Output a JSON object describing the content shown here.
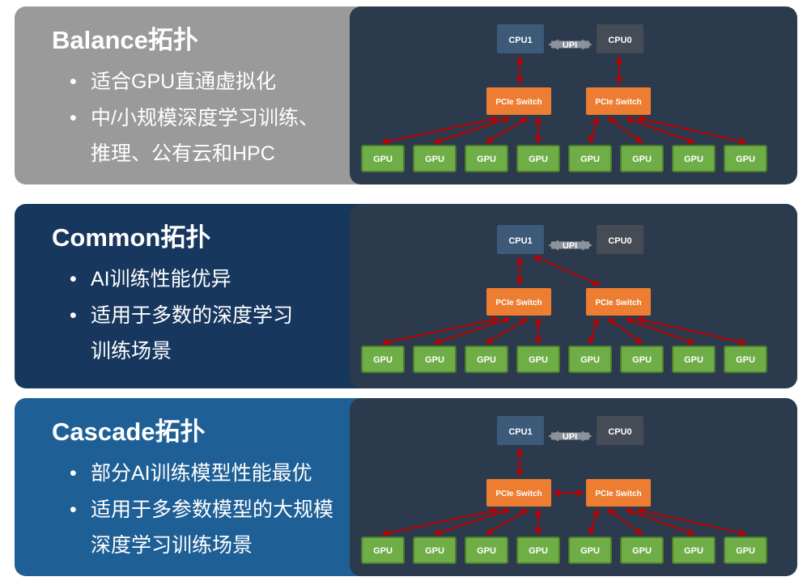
{
  "bullet_char": "•",
  "panels": [
    {
      "title": "Balance拓扑",
      "bullets": [
        "适合GPU直通虚拟化",
        "中/小规模深度学习训练、推理、公有云和HPC"
      ]
    },
    {
      "title": "Common拓扑",
      "bullets": [
        "AI训练性能优异",
        "适用于多数的深度学习训练场景"
      ]
    },
    {
      "title": "Cascade拓扑",
      "bullets": [
        "部分AI训练模型性能最优",
        "适用于多参数模型的大规模深度学习训练场景"
      ]
    }
  ],
  "diagram": {
    "cpu1_label": "CPU1",
    "cpu0_label": "CPU0",
    "upi_label": "UPI",
    "pcie_switch_label": "PCIe Switch",
    "gpu_label": "GPU",
    "gpu_count": 8
  },
  "colors": {
    "panel_balance_bg": "#9a9a9a",
    "panel_common_bg": "#17375e",
    "panel_cascade_bg": "#1e5f96",
    "diagram_bg": "#2b3a4d",
    "cpu1_box": "#3d5a78",
    "cpu0_box": "#454c56",
    "upi_arrow_gray": "#8b929b",
    "pcie_switch_orange": "#ed7d31",
    "gpu_green": "#6fae47",
    "gpu_border_green": "#4e7d2e",
    "link_red": "#c00000",
    "text_white": "#ffffff"
  }
}
